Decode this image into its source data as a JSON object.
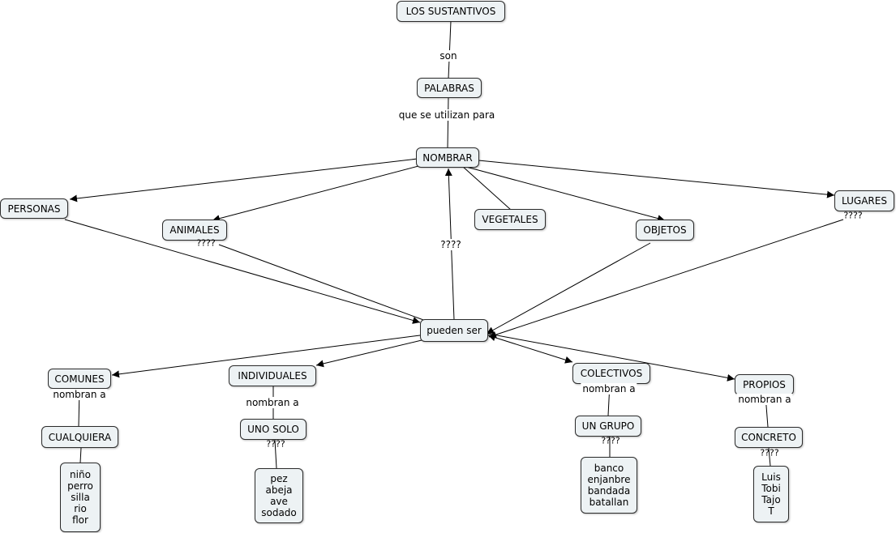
{
  "nodes": {
    "sustantivos": "LOS SUSTANTIVOS",
    "palabras": "PALABRAS",
    "nombrar": "NOMBRAR",
    "personas": "PERSONAS",
    "animales": "ANIMALES",
    "vegetales": "VEGETALES",
    "objetos": "OBJETOS",
    "lugares": "LUGARES",
    "pueden_ser": "pueden ser",
    "comunes": "COMUNES",
    "individuales": "INDIVIDUALES",
    "colectivos": "COLECTIVOS",
    "propios": "PROPIOS",
    "cualquiera": "CUALQUIERA",
    "uno_solo": "UNO SOLO",
    "un_grupo": "UN GRUPO",
    "concreto": "CONCRETO",
    "ej_comunes": "niño\nperro\nsilla\nrio\nflor",
    "ej_individuales": "pez\nabeja\nave\nsodado",
    "ej_colectivos": "banco\nenjanbre\nbandada\nbatallan",
    "ej_propios": "Luis\nTobi\nTajo\nT"
  },
  "links": {
    "son": "son",
    "que_se_utilizan_para": "que se utilizan para",
    "q_center": "????",
    "q_animales": "????",
    "q_lugares": "????",
    "nombran_comunes": "nombran a",
    "nombran_individuales": "nombran a",
    "nombran_colectivos": "nombran a",
    "nombran_propios": "nombran a",
    "q_uno_solo": "????",
    "q_un_grupo": "????",
    "q_concreto": "????"
  },
  "colors": {
    "node_fill": "#edf2f4",
    "node_border": "#2b2b2b",
    "line": "#000000"
  }
}
